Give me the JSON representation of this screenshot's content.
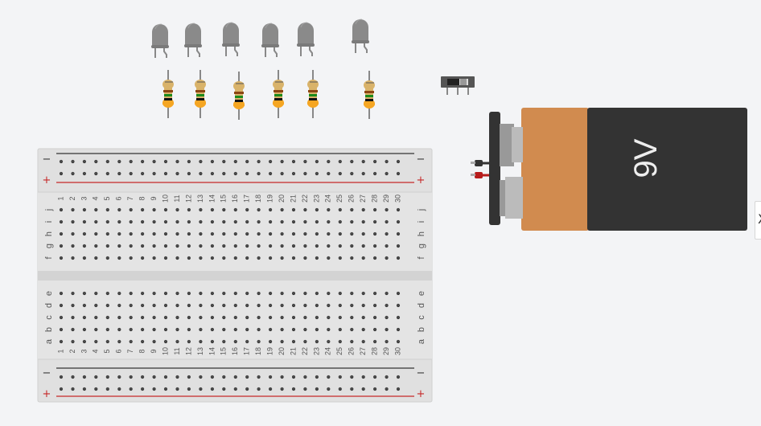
{
  "breadboard": {
    "rail_minus": "−",
    "rail_plus": "+",
    "rows_top": [
      "j",
      "i",
      "h",
      "g",
      "f"
    ],
    "rows_bottom": [
      "e",
      "d",
      "c",
      "b",
      "a"
    ],
    "columns": [
      "1",
      "2",
      "3",
      "4",
      "5",
      "6",
      "7",
      "8",
      "9",
      "10",
      "11",
      "12",
      "13",
      "14",
      "15",
      "16",
      "17",
      "18",
      "19",
      "20",
      "21",
      "22",
      "23",
      "24",
      "25",
      "26",
      "27",
      "28",
      "29",
      "30"
    ]
  },
  "battery": {
    "label": "9V"
  },
  "edge_tab": {
    "glyph": "X"
  },
  "components": {
    "leds": [
      "led-1",
      "led-2",
      "led-3",
      "led-4",
      "led-5",
      "led-6"
    ],
    "resistors": [
      "resistor-1",
      "resistor-2",
      "resistor-3",
      "resistor-4",
      "resistor-5",
      "resistor-6"
    ]
  },
  "colors": {
    "led_body": "#8a8a8a",
    "resistor_body": "#d9b36a",
    "breadboard": "#e0e0e0",
    "rail_plus_line": "#c62828",
    "rail_minus_line": "#333333",
    "battery_copper": "#d18b4f",
    "battery_black": "#333333"
  }
}
